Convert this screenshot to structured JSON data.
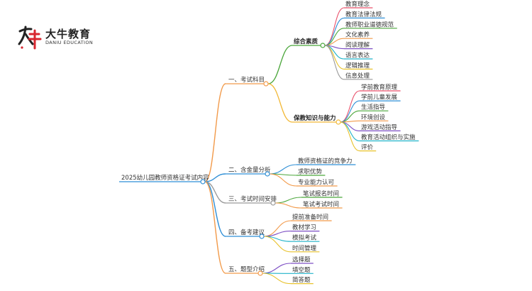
{
  "logo": {
    "name": "大牛教育",
    "subtitle": "DANIU EDUCATION",
    "colors": {
      "red": "#d8262f",
      "dark": "#222222"
    }
  },
  "mindmap": {
    "root": "2025幼儿园教师资格证考试内容",
    "branches": [
      {
        "label": "一、考试科目",
        "color": "#f29a4a",
        "children": [
          {
            "label": "综合素质",
            "color": "#4aa63a",
            "children": [
              "教育理念",
              "教育法律法规",
              "教师职业道德规范",
              "文化素养",
              "阅读理解",
              "语言表达",
              "逻辑推理",
              "信息处理"
            ]
          },
          {
            "label": "保教知识与能力",
            "color": "#f2b836",
            "children": [
              "学前教育原理",
              "学前儿童发展",
              "生活指导",
              "环境创设",
              "游戏活动指导",
              "教育活动组织与实施",
              "评价"
            ]
          }
        ]
      },
      {
        "label": "二、含金量分析",
        "color": "#2f8fd6",
        "children": [
          "教师资格证的竞争力",
          "求职优势",
          "专业能力认可"
        ]
      },
      {
        "label": "三、考试时间安排",
        "color": "#9a9a9a",
        "children": [
          "笔试报名时间",
          "笔试考试时间"
        ]
      },
      {
        "label": "四、备考建议",
        "color": "#2f8fd6",
        "children": [
          "提前准备时间",
          "教材学习",
          "模拟考试",
          "时间管理"
        ]
      },
      {
        "label": "五、题型介绍",
        "color": "#f29a4a",
        "children": [
          "选择题",
          "填空题",
          "简答题"
        ]
      }
    ],
    "leaf_palette": [
      "#e9506a",
      "#2f8fd6",
      "#4aa63a",
      "#f29a4a",
      "#7d4fc4",
      "#21b3c9",
      "#e8c22c",
      "#9a9a9a"
    ]
  }
}
